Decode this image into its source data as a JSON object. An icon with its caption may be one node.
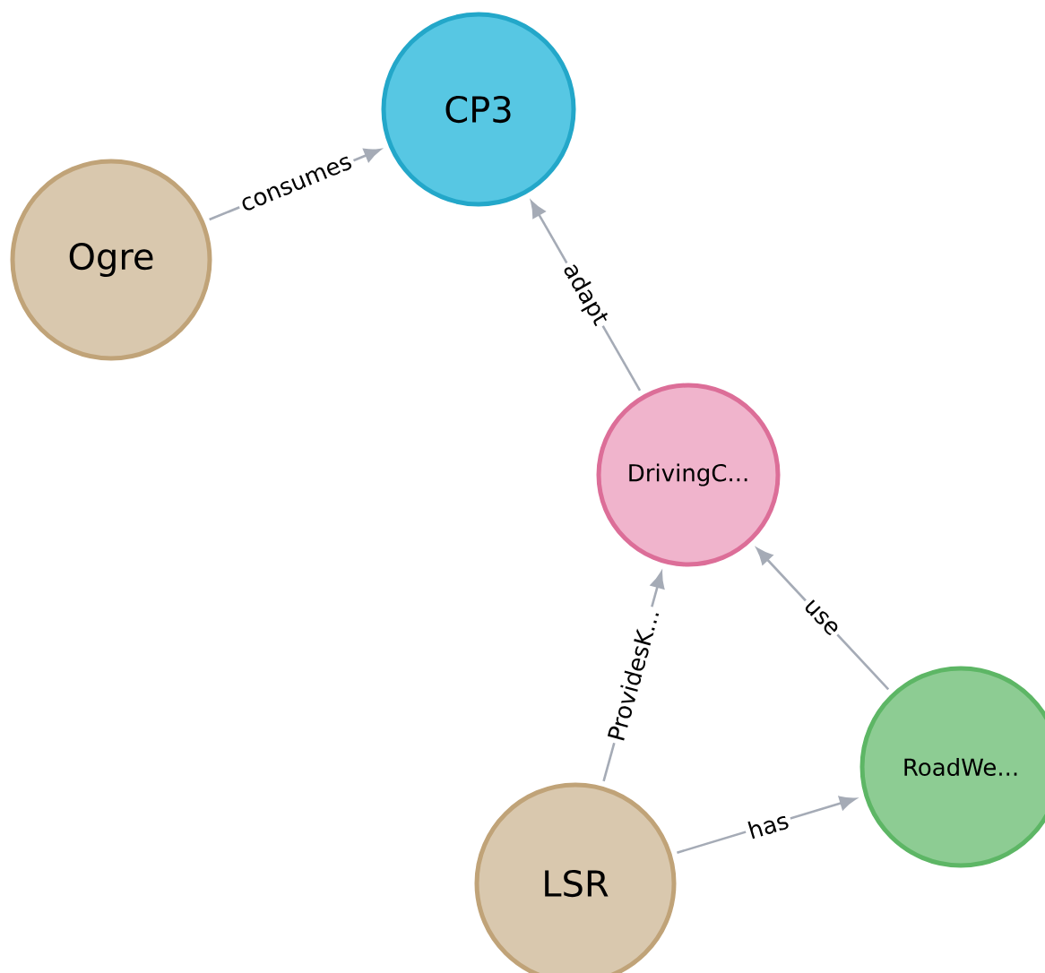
{
  "diagram": {
    "nodes": [
      {
        "text": [
          "CP3"
        ]
      },
      {
        "text": [
          "Ogre"
        ]
      },
      {
        "text": [
          "DrivingC..."
        ]
      },
      {
        "text": [
          "RoadWe..."
        ]
      },
      {
        "text": [
          "LSR"
        ]
      }
    ],
    "edges": [
      {
        "from": 1,
        "to": 0,
        "arrow": "to",
        "label": "consumes"
      },
      {
        "from": 2,
        "to": 0,
        "arrow": "to",
        "label": "adapt"
      },
      {
        "from": 4,
        "to": 2,
        "arrow": "to",
        "label": "ProvidesK..."
      },
      {
        "from": 3,
        "to": 2,
        "arrow": "to",
        "label": "use"
      },
      {
        "from": 4,
        "to": 3,
        "arrow": "to",
        "label": "has"
      }
    ]
  }
}
